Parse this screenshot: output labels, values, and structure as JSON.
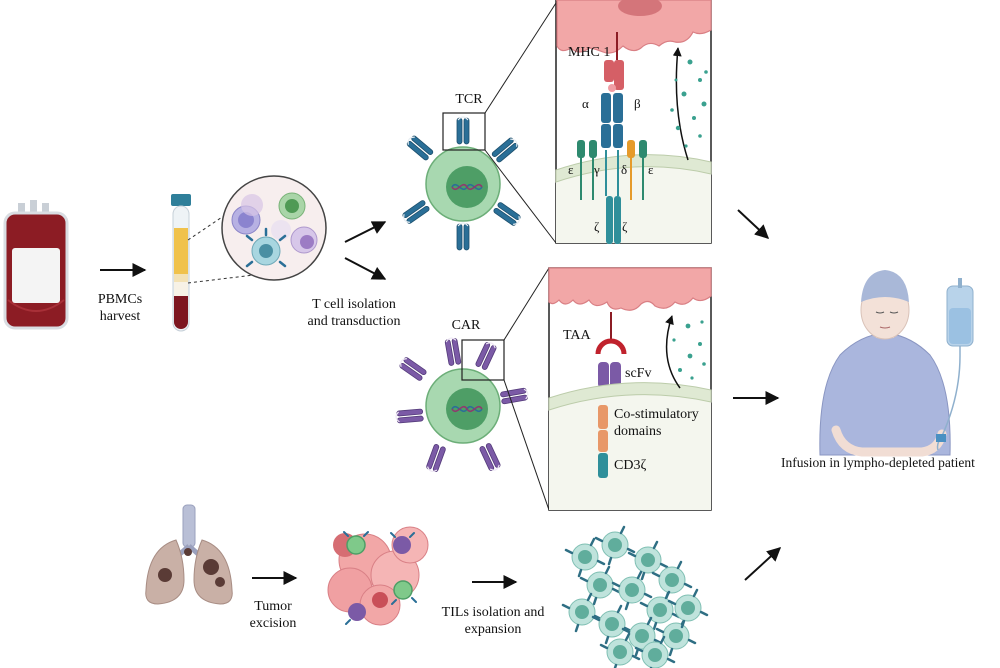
{
  "steps": {
    "pbmc_harvest": "PBMCs\nharvest",
    "t_cell_isolation": "T cell isolation\nand transduction",
    "tumor_excision": "Tumor\nexcision",
    "til_expansion": "TILs isolation and\nexpansion",
    "infusion": "Infusion in lympho-depleted patient"
  },
  "cells": {
    "tcr_label": "TCR",
    "car_label": "CAR"
  },
  "tcr_detail": {
    "mhc": "MHC 1",
    "alpha": "α",
    "beta": "β",
    "epsilon_left": "ε",
    "gamma": "γ",
    "delta": "δ",
    "epsilon_right": "ε",
    "zeta_left": "ζ",
    "zeta_right": "ζ"
  },
  "car_detail": {
    "taa": "TAA",
    "scfv": "scFv",
    "costim": "Co-stimulatory\ndomains",
    "cd3z": "CD3ζ"
  },
  "colors": {
    "blood": "#8c1c24",
    "tcr_blue": "#2a6f97",
    "car_purple": "#7b5aa6",
    "cell_green": "#8fcf9b",
    "tumor_pink": "#f2a7a7",
    "membrane": "#dfe9d3"
  }
}
